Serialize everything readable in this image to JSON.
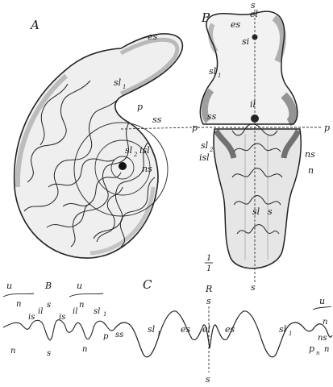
{
  "panel_a": {
    "letter": "A",
    "labels": {
      "es": "es",
      "sl1": "sl",
      "sl1_sub": "1",
      "p": "p",
      "ss": "ss",
      "sl2": "sl",
      "sl2_sub": "2",
      "isl": "isl",
      "ns": "ns"
    }
  },
  "panel_b": {
    "letter": "B",
    "labels": {
      "s_top": "s",
      "el": "el",
      "es": "es",
      "si": "si",
      "sl1": "sl",
      "sl1_sub": "1",
      "il": "il",
      "ss": "ss",
      "p_left": "p",
      "p_right": "p",
      "sl2": "sl",
      "sl2_sub": "2",
      "isl": "isl",
      "ns": "ns",
      "n": "n",
      "sl_mid": "sl",
      "s_mid": "s",
      "s_bottom": "s"
    }
  },
  "panel_bc_scale": {
    "numerator": "1",
    "denominator": "1"
  },
  "panel_small_b": {
    "letter": "B",
    "labels": {
      "u_left": "u",
      "u_right": "u",
      "n_left": "n",
      "s_upper": "s",
      "n_right": "n",
      "is_left": "is",
      "il": "il",
      "is_mid": "is",
      "il_right": "il",
      "sl1": "sl",
      "sl1_sub": "1",
      "p": "p",
      "n_low_left": "n",
      "s_lower": "s",
      "n_low_right": "n"
    }
  },
  "panel_c": {
    "letter": "C",
    "labels": {
      "R": "R",
      "s_top": "s",
      "ss": "ss",
      "sl1_left": "sl",
      "sl1_left_sub": "1",
      "es_left": "es",
      "el": "el",
      "es_right": "es",
      "sl1_right": "sl",
      "sl1_right_sub": "1",
      "u": "u",
      "n": "n",
      "ns": "ns",
      "p": "p",
      "n_a": "n",
      "n_b": "n",
      "s_bottom": "s"
    }
  }
}
